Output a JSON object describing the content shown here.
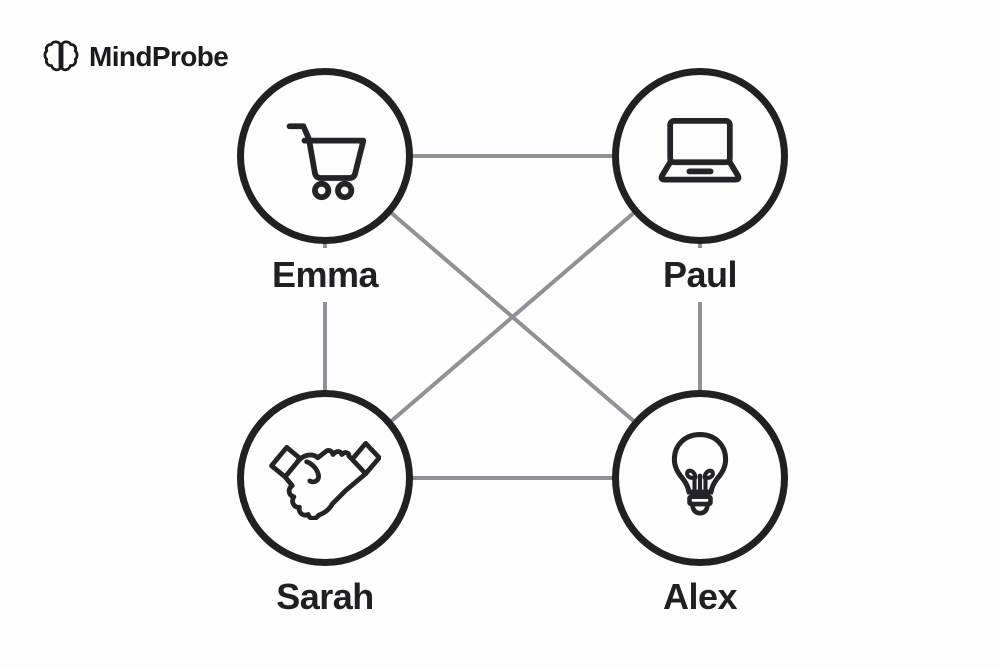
{
  "brand": {
    "name": "MindProbe",
    "logo_icon": "brain-icon"
  },
  "graph": {
    "nodes": [
      {
        "id": "emma",
        "label": "Emma",
        "icon": "shopping-cart-icon"
      },
      {
        "id": "paul",
        "label": "Paul",
        "icon": "laptop-icon"
      },
      {
        "id": "sarah",
        "label": "Sarah",
        "icon": "handshake-icon"
      },
      {
        "id": "alex",
        "label": "Alex",
        "icon": "lightbulb-icon"
      }
    ],
    "edges": [
      {
        "from": "emma",
        "to": "paul"
      },
      {
        "from": "emma",
        "to": "sarah"
      },
      {
        "from": "emma",
        "to": "alex"
      },
      {
        "from": "paul",
        "to": "sarah"
      },
      {
        "from": "paul",
        "to": "alex"
      },
      {
        "from": "sarah",
        "to": "alex"
      }
    ]
  },
  "colors": {
    "background": "#fdfdfd",
    "node_border": "#212124",
    "icon_stroke": "#242428",
    "edge": "#909096",
    "label_text": "#202024",
    "logo_text": "#1b1b1f"
  }
}
